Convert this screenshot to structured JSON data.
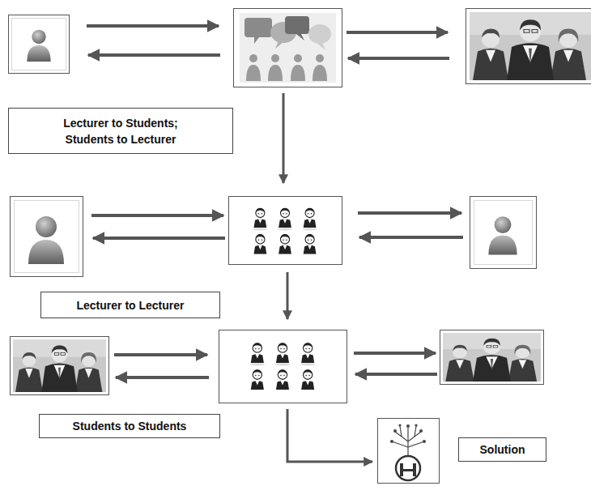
{
  "diagram": {
    "nodes": [
      {
        "text": [
          "Lecturer to Students; Students to Lecturer"
        ]
      },
      {
        "text": [
          "Lecturer to Lecturer"
        ]
      },
      {
        "text": [
          "Students to Students"
        ]
      },
      {
        "text": [
          "Solution"
        ]
      }
    ]
  }
}
